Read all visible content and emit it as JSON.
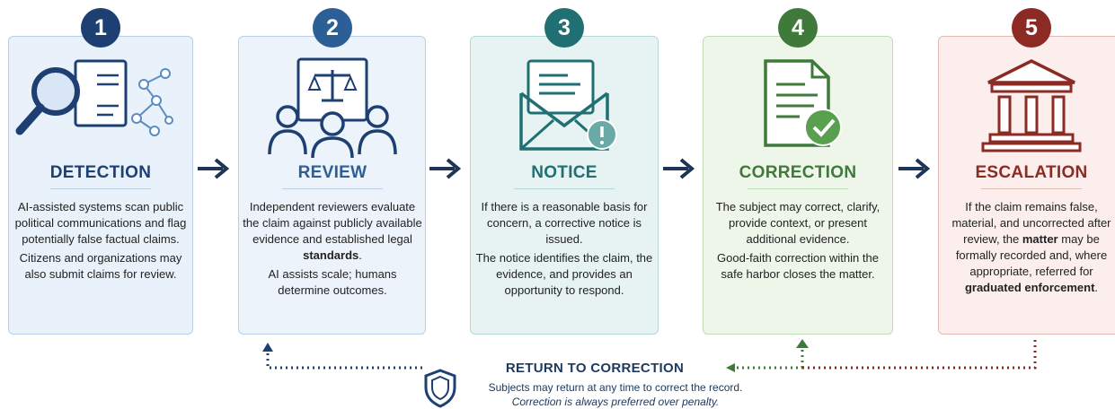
{
  "steps": [
    {
      "number": "1",
      "title": "DETECTION",
      "color": "#1e3f72",
      "icon": "magnifier-document-network-icon",
      "paragraphs": [
        "AI-assisted systems scan public political communications and flag potentially false factual claims.",
        "Citizens and organizations may also submit claims for review."
      ]
    },
    {
      "number": "2",
      "title": "REVIEW",
      "color": "#2c5f95",
      "icon": "reviewers-scales-icon",
      "paragraphs": [
        "Independent reviewers evaluate the claim against publicly available evidence and established legal ",
        "AI assists scale; humans determine outcomes."
      ],
      "bold_word": "standards",
      "bold_suffix": "."
    },
    {
      "number": "3",
      "title": "NOTICE",
      "color": "#1f6f73",
      "icon": "envelope-alert-icon",
      "paragraphs": [
        "If there is a reasonable basis for concern, a corrective notice is issued.",
        "The notice identifies the claim, the evidence, and provides an opportunity to respond."
      ]
    },
    {
      "number": "4",
      "title": "CORRECTION",
      "color": "#3f7a3a",
      "icon": "document-checkmark-icon",
      "paragraphs": [
        "The subject may correct, clarify, provide context, or present additional evidence.",
        "Good-faith correction within the safe harbor closes the matter."
      ]
    },
    {
      "number": "5",
      "title": "ESCALATION",
      "color": "#8c2a24",
      "icon": "courthouse-icon",
      "paragraphs": [
        "If the claim remains false, material, and uncorrected after review, the ",
        "matter",
        " may be formally recorded and, where appropriate, referred for ",
        "graduated enforcement",
        "."
      ]
    }
  ],
  "return": {
    "title": "RETURN TO CORRECTION",
    "line1": "Subjects may return at any time to correct the record.",
    "line2": "Correction is always preferred over penalty.",
    "icon": "shield-icon"
  },
  "colors": {
    "arrow": "#1e3558",
    "loop_blue": "#1e3f72",
    "loop_green": "#3f7a3a",
    "loop_red": "#8c2a24"
  }
}
